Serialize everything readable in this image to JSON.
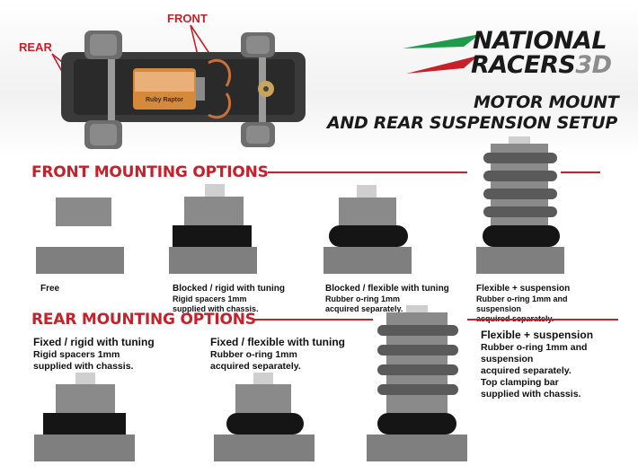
{
  "callouts": {
    "rear": "REAR",
    "front": "FRONT"
  },
  "chassis": {
    "motor_label": "Ruby Raptor"
  },
  "brand": {
    "line1": "NATIONAL",
    "line2": "RACERS",
    "line2_suffix": "3D",
    "colors": {
      "red": "#c8202a",
      "green": "#1e9a4a",
      "gray": "#8d8d8d"
    }
  },
  "title": {
    "line1": "MOTOR MOUNT",
    "line2": "AND REAR SUSPENSION SETUP"
  },
  "front": {
    "heading": "FRONT MOUNTING OPTIONS",
    "options": [
      {
        "title": "Free",
        "lines": []
      },
      {
        "title": "Blocked / rigid with tuning",
        "lines": [
          "Rigid spacers 1mm",
          "supplied with chassis."
        ]
      },
      {
        "title": "Blocked / flexible with tuning",
        "lines": [
          "Rubber o-ring 1mm",
          "acquired separately."
        ]
      },
      {
        "title": "Flexible + suspension",
        "lines": [
          "Rubber o-ring 1mm and",
          "suspension",
          "acquired separately."
        ]
      }
    ]
  },
  "rear": {
    "heading": "REAR MOUNTING OPTIONS",
    "options": [
      {
        "title": "Fixed / rigid with tuning",
        "lines": [
          "Rigid spacers 1mm",
          "supplied with chassis."
        ]
      },
      {
        "title": "Fixed / flexible with tuning",
        "lines": [
          "Rubber o-ring 1mm",
          "acquired separately."
        ]
      },
      {
        "title": "Flexible + suspension",
        "lines": [
          "Rubber o-ring 1mm and",
          "suspension",
          "acquired separately.",
          "Top clamping bar",
          "supplied with chassis."
        ]
      }
    ]
  }
}
